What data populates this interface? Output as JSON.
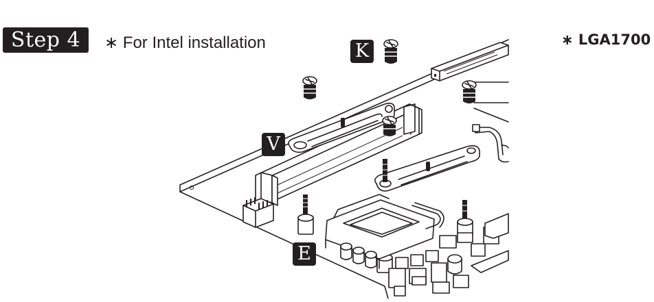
{
  "header": {
    "step_label": "Step 4",
    "caption": "∗ For Intel installation",
    "socket_note": "∗ LGA1700"
  },
  "callouts": {
    "k": "K",
    "v": "V",
    "e": "E"
  }
}
